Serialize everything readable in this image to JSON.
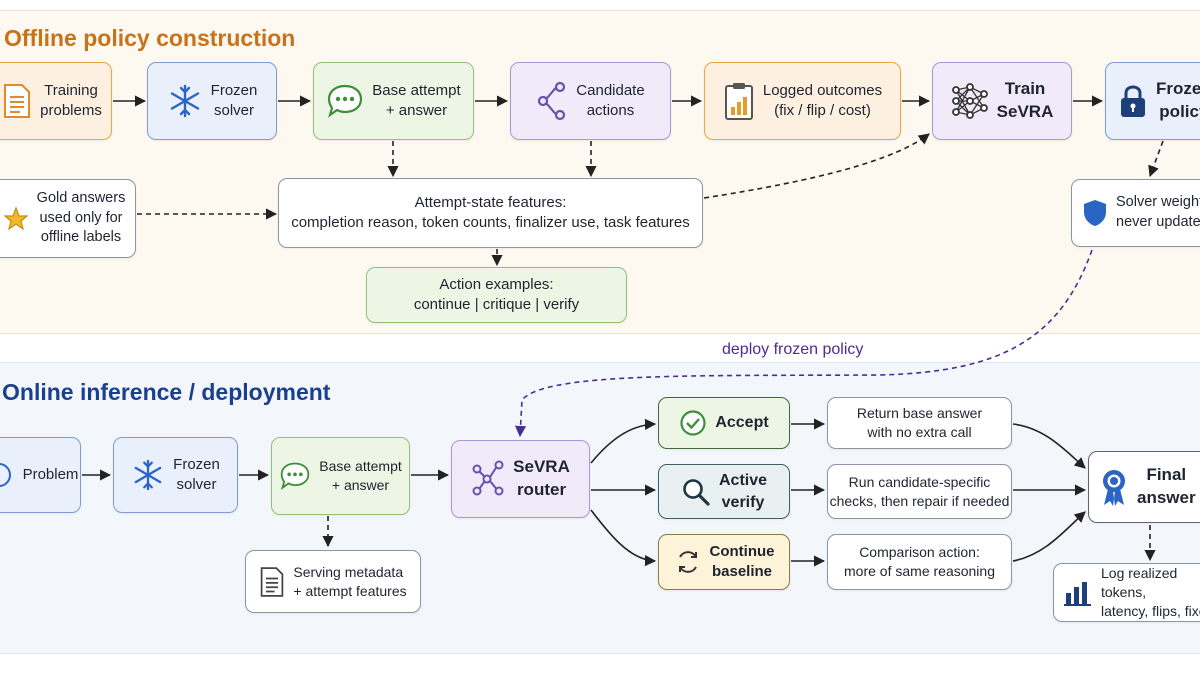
{
  "offline": {
    "title": "Offline policy construction",
    "training_problems": "Training\nproblems",
    "frozen_solver": "Frozen\nsolver",
    "base_attempt": "Base attempt\n+ answer",
    "candidate_actions": "Candidate\nactions",
    "logged_outcomes": "Logged outcomes\n(fix / flip / cost)",
    "train_sevra": "Train\nSeVRA",
    "frozen_policy": "Frozen\npolicy",
    "gold_answers": "Gold answers\nused only for\noffline labels",
    "attempt_features": "Attempt-state features:\ncompletion reason, token counts, finalizer use, task features",
    "action_examples": "Action examples:\ncontinue  |  critique  |  verify",
    "solver_weights": "Solver weights\nnever updated"
  },
  "deploy_label": "deploy frozen policy",
  "online": {
    "title": "Online inference / deployment",
    "problem": "Problem",
    "frozen_solver": "Frozen\nsolver",
    "base_attempt": "Base attempt\n+ answer",
    "router": "SeVRA\nrouter",
    "serving_metadata": "Serving metadata\n+ attempt features",
    "accept": "Accept",
    "active_verify": "Active\nverify",
    "continue_baseline": "Continue\nbaseline",
    "accept_desc": "Return base answer\nwith no extra call",
    "verify_desc": "Run candidate-specific\nchecks, then repair if needed",
    "continue_desc": "Comparison action:\nmore of same reasoning",
    "final_answer": "Final\nanswer",
    "log_realized": "Log realized tokens,\nlatency, flips, fixes"
  },
  "colors": {
    "offline_title": "#c8721a",
    "online_title": "#1b3f8f",
    "deploy_arrow": "#4a2c96",
    "arrow": "#222222"
  },
  "icons": [
    "document-icon",
    "snowflake-icon",
    "chat-icon",
    "branch-icon",
    "clipboard-chart-icon",
    "neural-net-icon",
    "padlock-icon",
    "star-icon",
    "shield-icon",
    "question-icon",
    "check-circle-icon",
    "magnifier-icon",
    "refresh-icon",
    "ribbon-icon",
    "bar-chart-icon"
  ]
}
